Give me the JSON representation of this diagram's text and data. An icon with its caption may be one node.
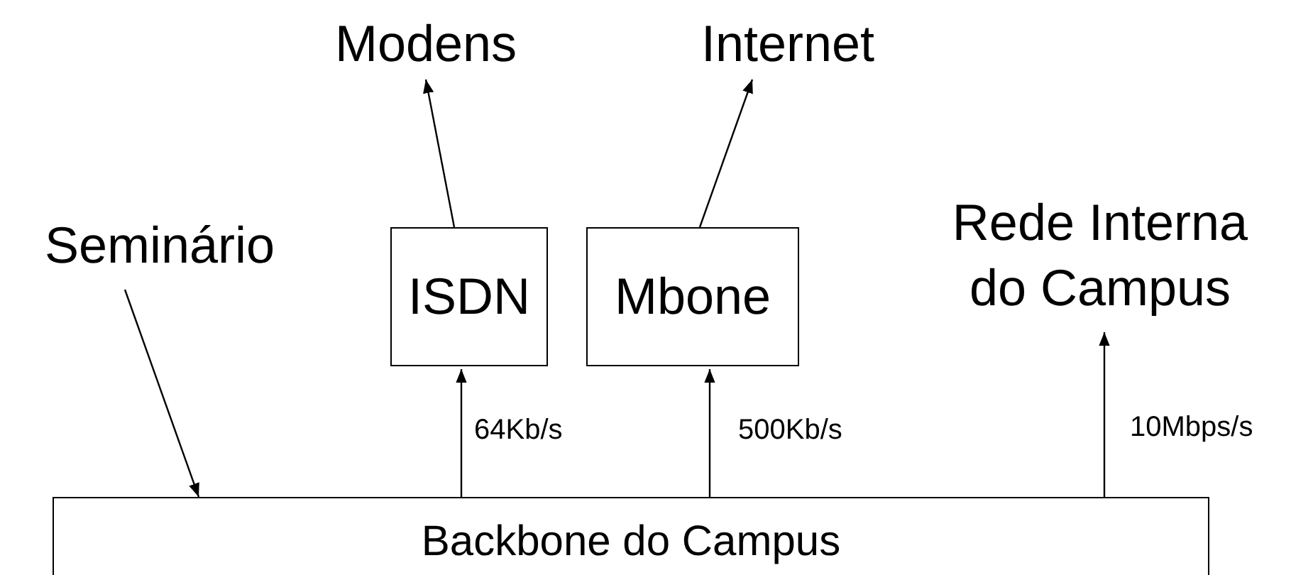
{
  "diagram": {
    "nodes": [
      {
        "text": [
          "Modens"
        ]
      },
      {
        "text": [
          "Internet"
        ]
      },
      {
        "text": [
          "Seminário"
        ]
      },
      {
        "text": [
          "ISDN"
        ]
      },
      {
        "text": [
          "Mbone"
        ]
      },
      {
        "text": [
          "Rede Interna do Campus"
        ]
      },
      {
        "text": [
          "Backbone do Campus"
        ]
      }
    ],
    "edges": [
      {
        "from": 3,
        "to": 0,
        "arrow": "to"
      },
      {
        "from": 4,
        "to": 1,
        "arrow": "to"
      },
      {
        "from": 2,
        "to": 6,
        "arrow": "to"
      },
      {
        "from": 6,
        "to": 3,
        "arrow": "to",
        "label": "64Kb/s"
      },
      {
        "from": 6,
        "to": 4,
        "arrow": "to",
        "label": "500Kb/s"
      },
      {
        "from": 6,
        "to": 5,
        "arrow": "to",
        "label": "10Mbps/s"
      }
    ]
  }
}
